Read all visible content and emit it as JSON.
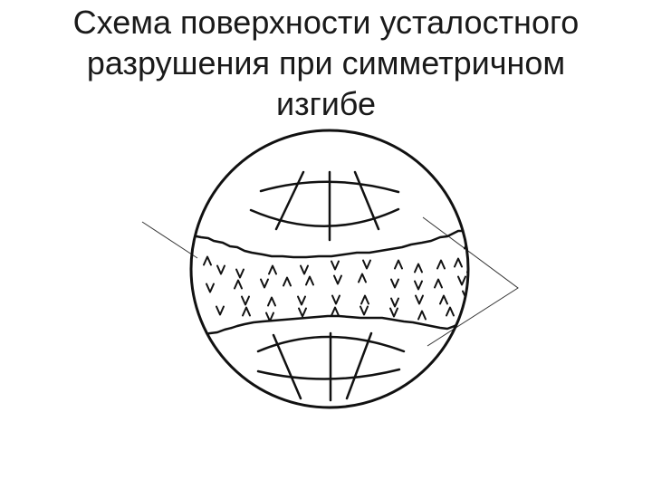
{
  "title_lines": [
    "Схема поверхности усталостного",
    "разрушения при симметричном",
    "изгибе"
  ]
}
